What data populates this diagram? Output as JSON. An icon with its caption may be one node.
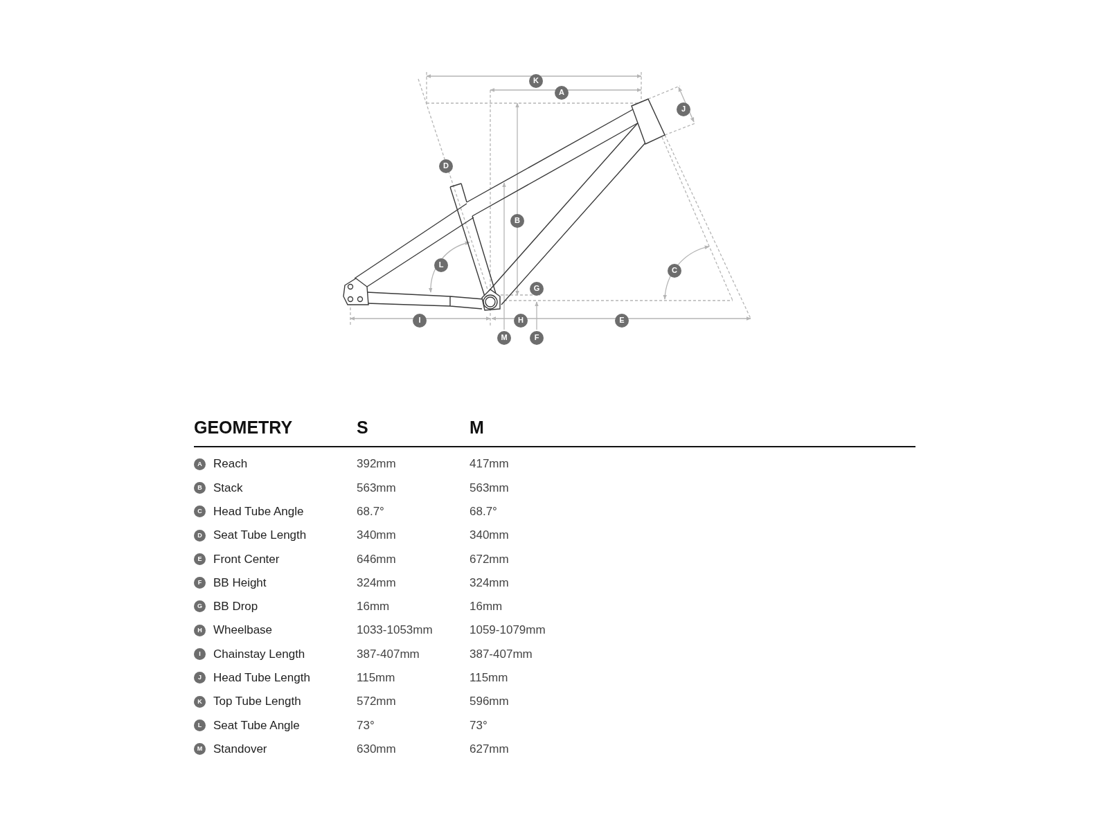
{
  "diagram": {
    "labels": [
      "K",
      "A",
      "J",
      "D",
      "B",
      "L",
      "C",
      "G",
      "I",
      "H",
      "E",
      "M",
      "F",
      "GEOMETRY",
      "S",
      "M",
      "A",
      "Reach",
      "392mm",
      "417mm",
      "B",
      "Stack",
      "563mm",
      "563mm",
      "C",
      "Head Tube Angle",
      "68.7°",
      "68.7°",
      "D",
      "Seat Tube Length",
      "340mm",
      "340mm",
      "E",
      "Front Center",
      "646mm",
      "672mm",
      "F",
      "BB Height",
      "324mm",
      "324mm",
      "G",
      "BB Drop",
      "16mm",
      "16mm",
      "H",
      "Wheelbase",
      "1033-1053mm",
      "1059-1079mm",
      "I",
      "Chainstay Length",
      "387-407mm",
      "387-407mm",
      "J",
      "Head Tube Length",
      "115mm",
      "115mm",
      "K",
      "Top Tube Length",
      "572mm",
      "596mm",
      "L",
      "Seat Tube Angle",
      "73°",
      "73°",
      "M",
      "Standover",
      "630mm",
      "627mm"
    ]
  }
}
